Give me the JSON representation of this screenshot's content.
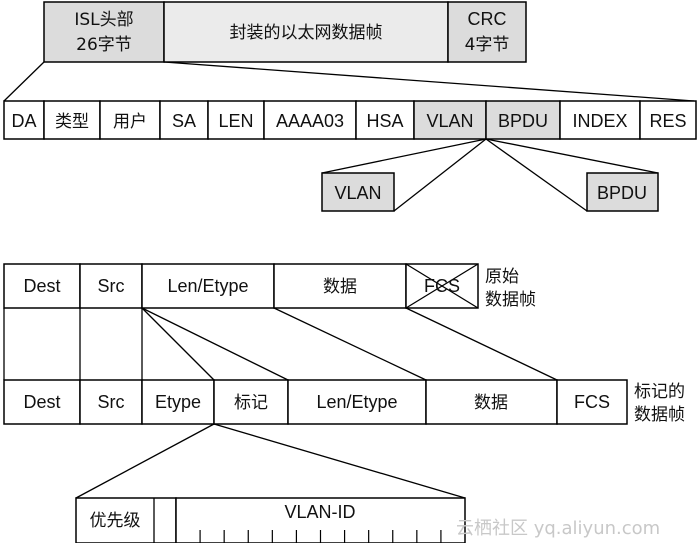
{
  "isl_frame": {
    "header_line1": "ISL头部",
    "header_line2": "26字节",
    "payload": "封装的以太网数据帧",
    "crc_line1": "CRC",
    "crc_line2": "4字节"
  },
  "isl_header_fields": [
    "DA",
    "类型",
    "用户",
    "SA",
    "LEN",
    "AAAA03",
    "HSA",
    "VLAN",
    "BPDU",
    "INDEX",
    "RES"
  ],
  "isl_expanded": {
    "vlan": "VLAN",
    "bpdu": "BPDU"
  },
  "original_frame": {
    "fields": [
      "Dest",
      "Src",
      "Len/Etype",
      "数据",
      "FCS"
    ],
    "label_line1": "原始",
    "label_line2": "数据帧"
  },
  "tagged_frame": {
    "fields": [
      "Dest",
      "Src",
      "Etype",
      "标记",
      "Len/Etype",
      "数据",
      "FCS"
    ],
    "label_line1": "标记的",
    "label_line2": "数据帧"
  },
  "tag_detail": {
    "priority": "优先级",
    "vlan_id": "VLAN-ID"
  },
  "watermark": "云栖社区 yq.aliyun.com"
}
